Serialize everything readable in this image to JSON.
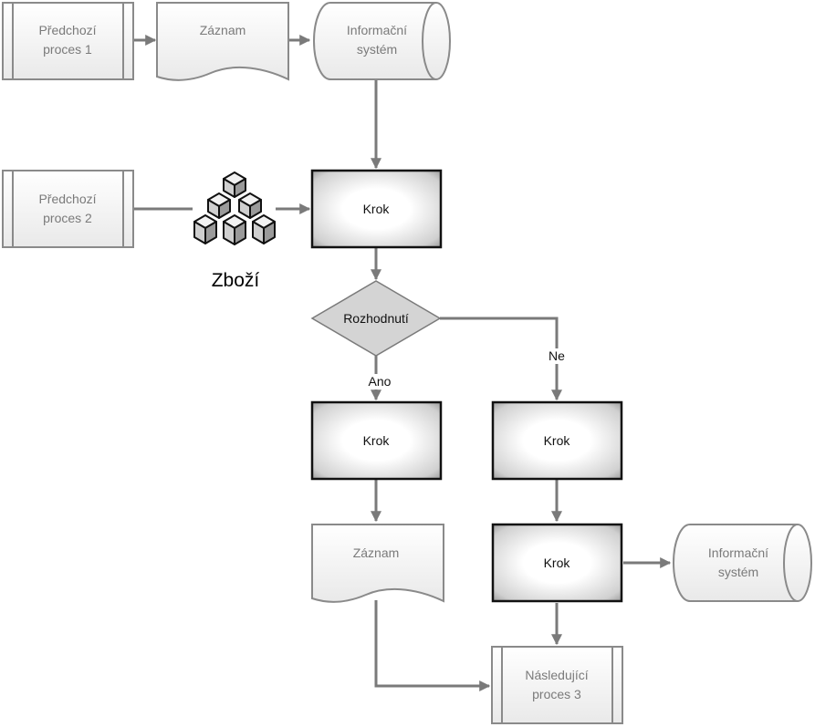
{
  "nodes": {
    "predchozi_proces_1": [
      "Předchozí",
      "proces 1"
    ],
    "zaznam_top": [
      "Záznam"
    ],
    "informacni_system_top": [
      "Informační",
      "systém"
    ],
    "predchozi_proces_2": [
      "Předchozí",
      "proces 2"
    ],
    "zbozi_label": "Zboží",
    "krok_main": [
      "Krok"
    ],
    "rozhodnuti": [
      "Rozhodnutí"
    ],
    "krok_ano": [
      "Krok"
    ],
    "krok_ne": [
      "Krok"
    ],
    "zaznam_bottom": [
      "Záznam"
    ],
    "krok_ne2": [
      "Krok"
    ],
    "informacni_system_bottom": [
      "Informační",
      "systém"
    ],
    "nasledujici_proces_3": [
      "Následující",
      "proces 3"
    ]
  },
  "edge_labels": {
    "ano": "Ano",
    "ne": "Ne"
  },
  "icons": {
    "goods": "boxes-stack-icon"
  }
}
